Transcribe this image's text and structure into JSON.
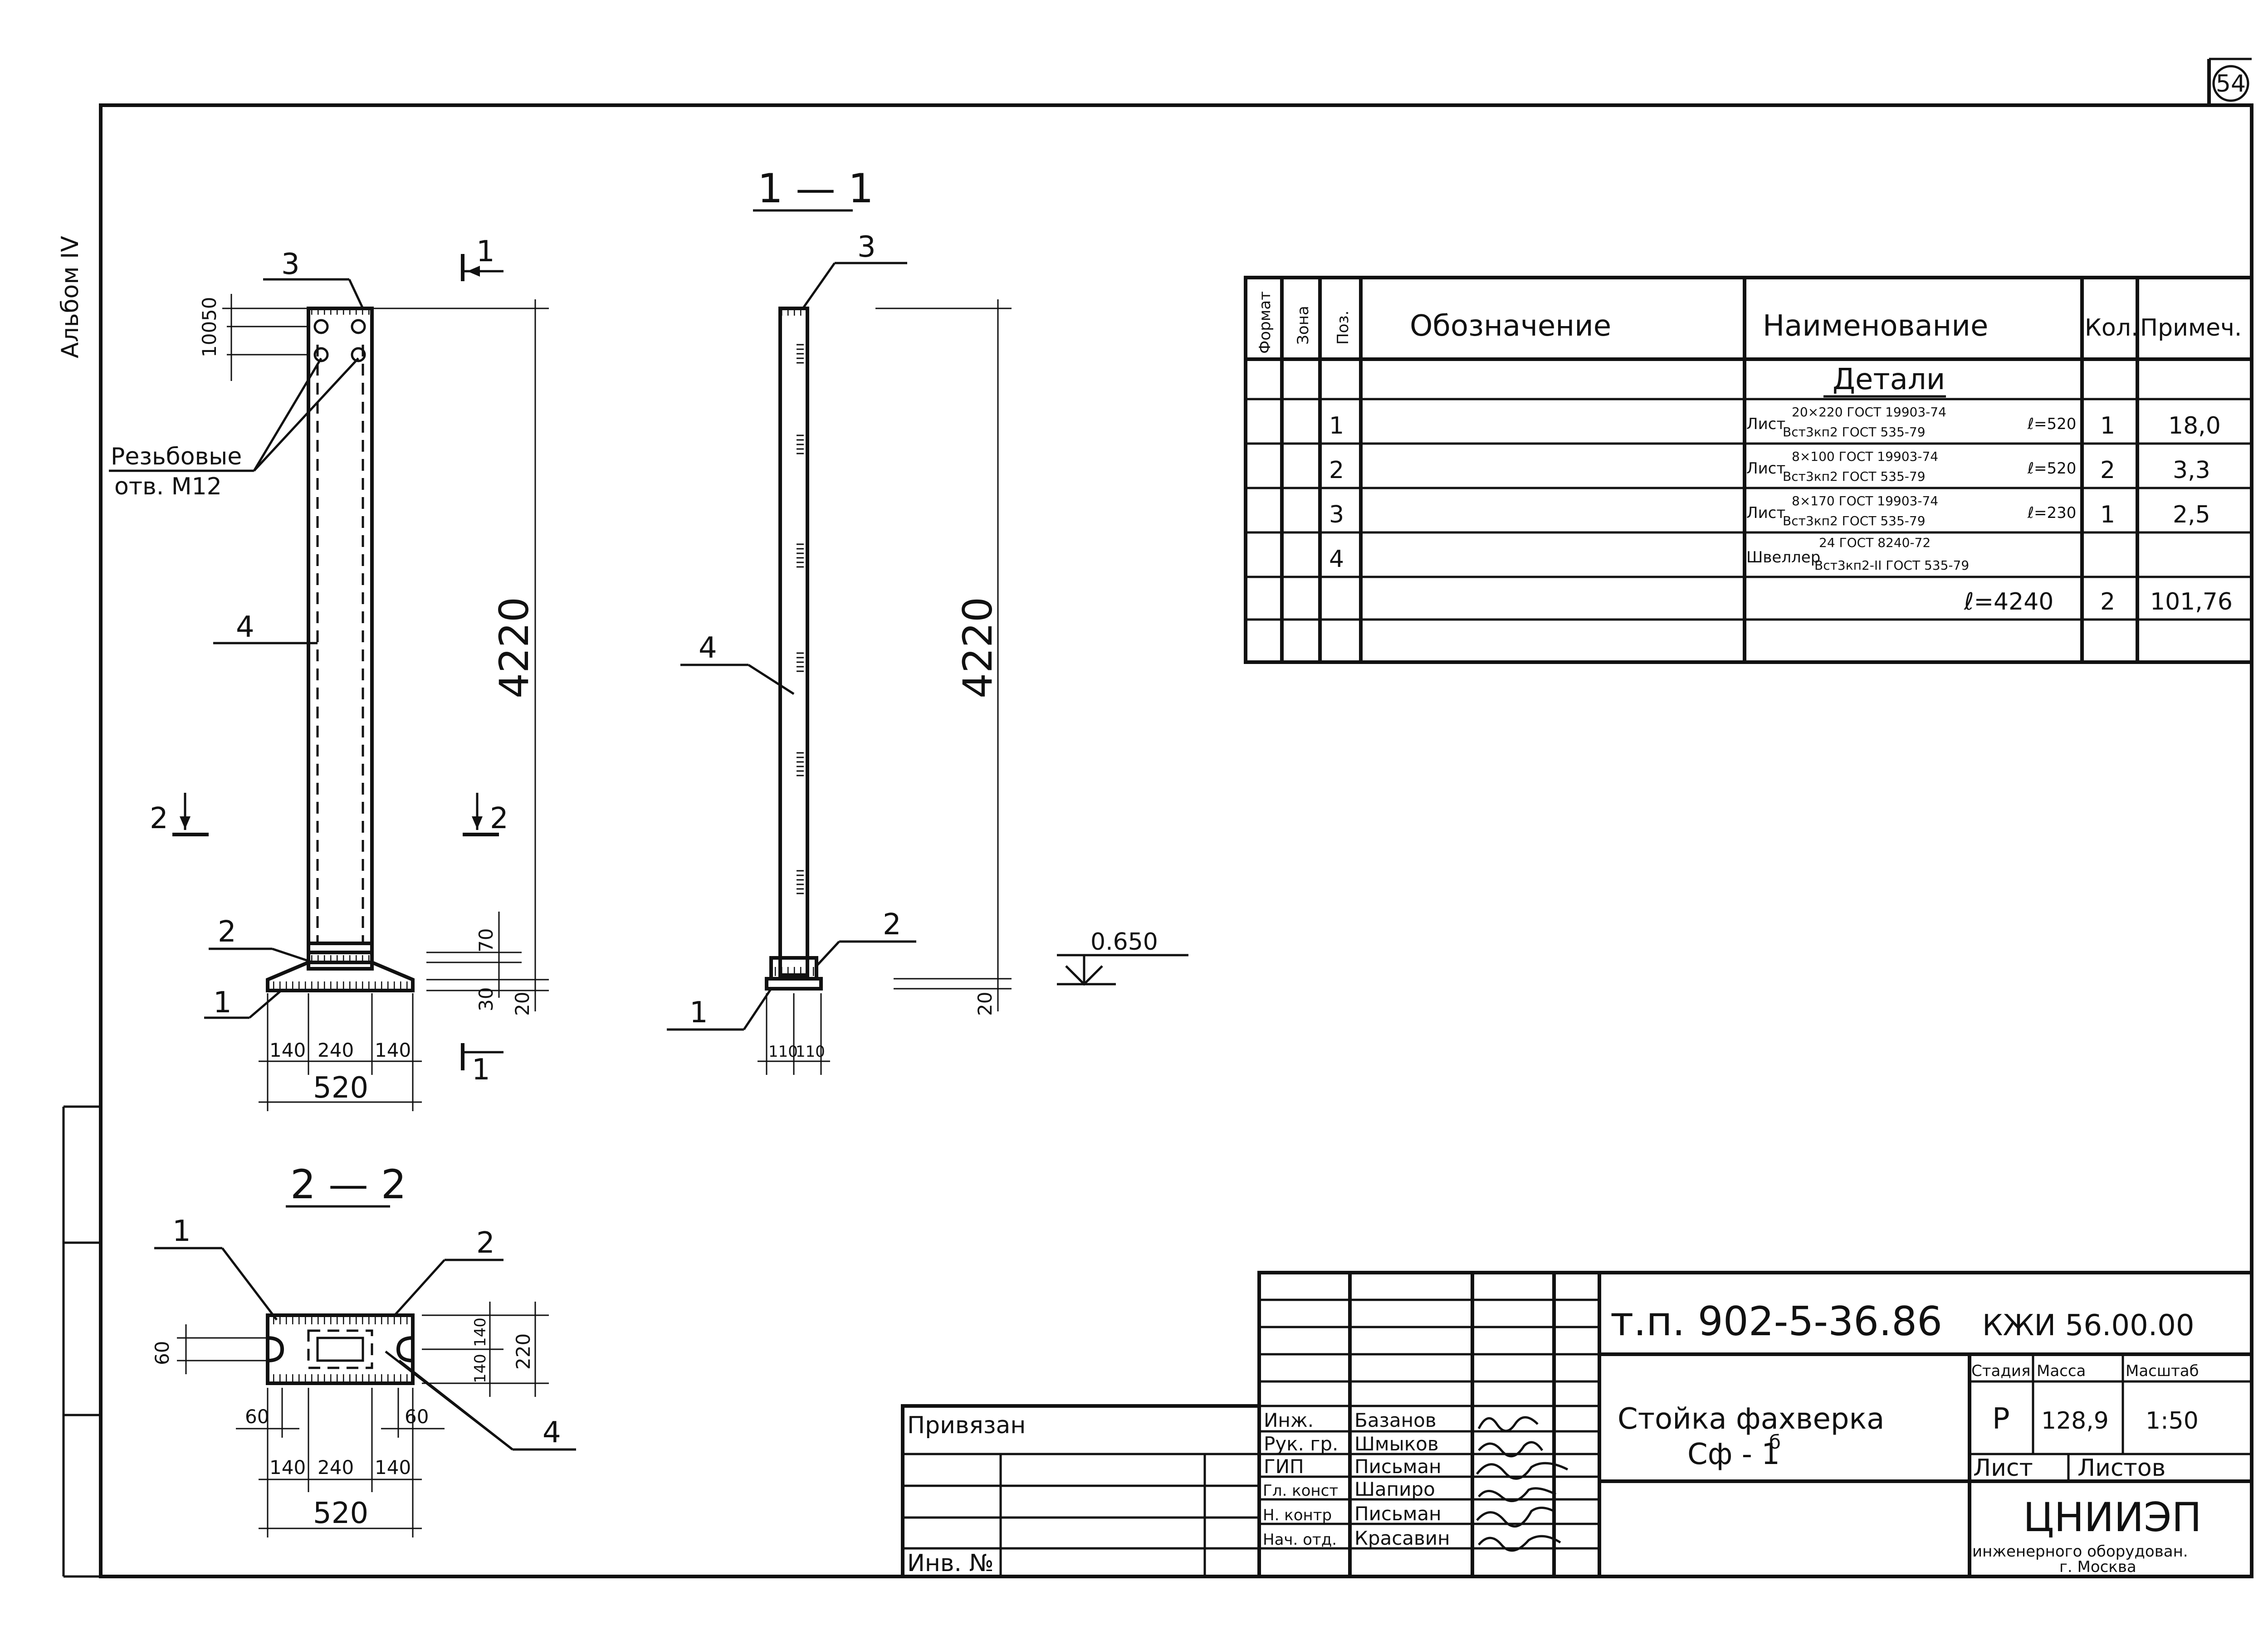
{
  "sheet": {
    "page_number": "54",
    "side_label": "Альбом IV"
  },
  "views": {
    "front": {
      "threaded_holes_1": "Резьбовые",
      "threaded_holes_2": "отв. М12",
      "dim_top_50": "50",
      "dim_top_100": "100",
      "dim_height": "4220",
      "dim_70": "70",
      "dim_30": "30",
      "dim_20": "20",
      "dim_140_left": "140",
      "dim_240": "240",
      "dim_140_right": "140",
      "dim_520": "520",
      "pos_3": "3",
      "pos_4": "4",
      "pos_2": "2",
      "pos_1": "1",
      "cut_1_top": "1",
      "cut_1_bottom": "1",
      "cut_2_left": "2",
      "cut_2_right": "2"
    },
    "section_1_1": {
      "title": "1 — 1",
      "pos_3": "3",
      "pos_4": "4",
      "pos_2": "2",
      "pos_1": "1",
      "dim_height": "4220",
      "dim_20": "20",
      "dim_110_left": "110",
      "dim_110_right": "110",
      "level": "0.650"
    },
    "section_2_2": {
      "title": "2 — 2",
      "pos_1": "1",
      "pos_2": "2",
      "pos_4": "4",
      "dim_60_side": "60",
      "dim_60_left": "60",
      "dim_60_right": "60",
      "dim_140_top": "140",
      "dim_140_bottom": "140",
      "dim_220": "220",
      "dim_140_left": "140",
      "dim_240": "240",
      "dim_140_right": "140",
      "dim_520": "520"
    }
  },
  "spec_table": {
    "headers": {
      "format": "Формат",
      "zone": "Зона",
      "pos": "Поз.",
      "designation": "Обозначение",
      "name": "Наименование",
      "qty": "Кол.",
      "note": "Примеч."
    },
    "section_title": "Детали",
    "rows": [
      {
        "pos": "1",
        "name_prefix": "Лист",
        "name_top": "20×220 ГОСТ 19903-74",
        "name_bottom": "Вст3кп2 ГОСТ 535-79",
        "length": "ℓ=520",
        "qty": "1",
        "note": "18,0"
      },
      {
        "pos": "2",
        "name_prefix": "Лист",
        "name_top": "8×100 ГОСТ 19903-74",
        "name_bottom": "Вст3кп2 ГОСТ 535-79",
        "length": "ℓ=520",
        "qty": "2",
        "note": "3,3"
      },
      {
        "pos": "3",
        "name_prefix": "Лист",
        "name_top": "8×170 ГОСТ 19903-74",
        "name_bottom": "Вст3кп2 ГОСТ 535-79",
        "length": "ℓ=230",
        "qty": "1",
        "note": "2,5"
      },
      {
        "pos": "4",
        "name_prefix": "Швеллер",
        "name_top": "24 ГОСТ 8240-72",
        "name_bottom": "Вст3кп2-II ГОСТ 535-79",
        "length": "",
        "qty": "",
        "note": ""
      },
      {
        "pos": "",
        "name_prefix": "",
        "name_top": "",
        "name_bottom": "",
        "length": "ℓ=4240",
        "qty": "2",
        "note": "101,76"
      }
    ]
  },
  "title_block": {
    "project": "т.п. 902-5-36.86",
    "code": "КЖИ 56.00.00",
    "title_line1": "Стойка фахверка",
    "title_line2": "Сф - 1",
    "title_sup": "б",
    "stage_label": "Стадия",
    "mass_label": "Масса",
    "scale_label": "Масштаб",
    "stage": "Р",
    "mass": "128,9",
    "scale": "1:50",
    "sheet_label": "Лист",
    "sheets_label": "Листов",
    "org_1": "ЦНИИЭП",
    "org_2": "инженерного оборудован.",
    "org_3": "г. Москва",
    "bound": "Привязан",
    "inv": "Инв. №",
    "staff": [
      {
        "role": "Инж.",
        "name": "Базанов"
      },
      {
        "role": "Рук. гр.",
        "name": "Шмыков"
      },
      {
        "role": "ГИП",
        "name": "Письман"
      },
      {
        "role": "Гл. конст",
        "name": "Шапиро"
      },
      {
        "role": "Н. контр",
        "name": "Письман"
      },
      {
        "role": "Нач. отд.",
        "name": "Красавин"
      }
    ]
  }
}
